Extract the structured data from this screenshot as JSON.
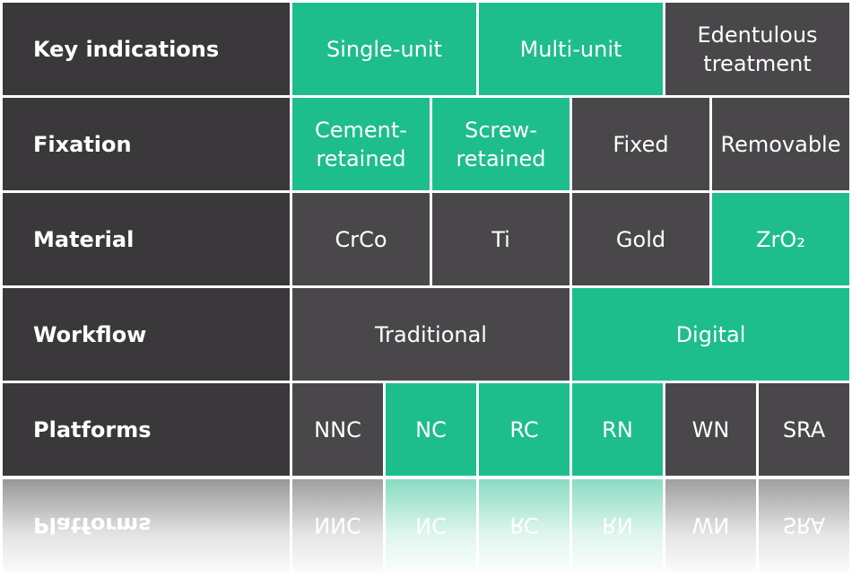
{
  "colors": {
    "green": "#1ebd8c",
    "dark_cell": "#4a474b",
    "label_bg": "#3a383b"
  },
  "rows": [
    {
      "label": "Key indications",
      "cells": [
        {
          "text": "Single-unit",
          "highlight": true
        },
        {
          "text": "Multi-unit",
          "highlight": true
        },
        {
          "text": "Edentulous\ntreatment",
          "highlight": false
        }
      ]
    },
    {
      "label": "Fixation",
      "cells": [
        {
          "text": "Cement-\nretained",
          "highlight": true
        },
        {
          "text": "Screw-\nretained",
          "highlight": true
        },
        {
          "text": "Fixed",
          "highlight": false
        },
        {
          "text": "Removable",
          "highlight": false
        }
      ]
    },
    {
      "label": "Material",
      "cells": [
        {
          "text": "CrCo",
          "highlight": false
        },
        {
          "text": "Ti",
          "highlight": false
        },
        {
          "text": "Gold",
          "highlight": false
        },
        {
          "text": "ZrO₂",
          "highlight": true
        }
      ]
    },
    {
      "label": "Workflow",
      "cells": [
        {
          "text": "Traditional",
          "highlight": false
        },
        {
          "text": "Digital",
          "highlight": true
        }
      ]
    },
    {
      "label": "Platforms",
      "cells": [
        {
          "text": "NNC",
          "highlight": false
        },
        {
          "text": "NC",
          "highlight": true
        },
        {
          "text": "RC",
          "highlight": true
        },
        {
          "text": "RN",
          "highlight": true
        },
        {
          "text": "WN",
          "highlight": false
        },
        {
          "text": "SRA",
          "highlight": false
        }
      ]
    }
  ]
}
